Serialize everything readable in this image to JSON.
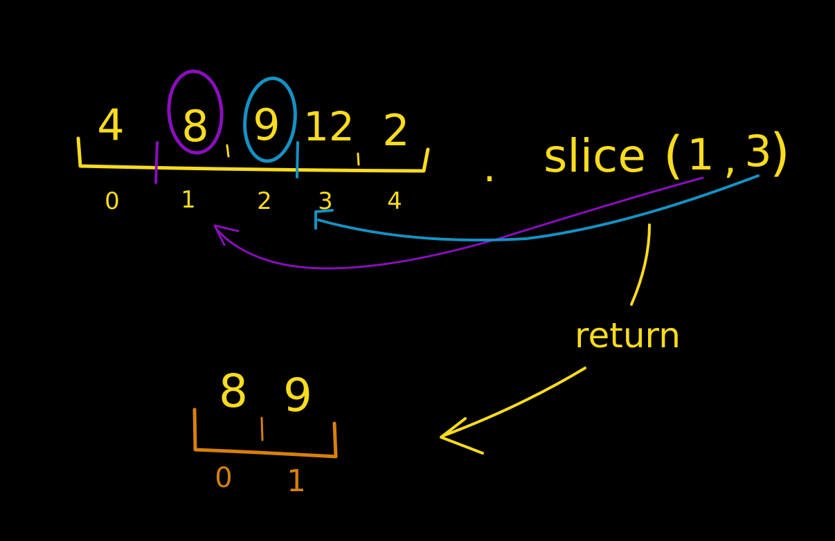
{
  "colors": {
    "background": "#000000",
    "yellow": "#f9dc1e",
    "purple": "#8a0fbd",
    "blue": "#1592c4",
    "orange": "#d7800d"
  },
  "source_array": {
    "values": [
      "4",
      "8",
      "9",
      "12",
      "2"
    ],
    "indices": [
      "0",
      "1",
      "2",
      "3",
      "4"
    ]
  },
  "method_call": {
    "dot": ".",
    "name": "slice",
    "open_paren": "(",
    "start_arg": "1",
    "comma": ",",
    "end_arg": "3",
    "close_paren": ")"
  },
  "return_label": "return",
  "result_array": {
    "values": [
      "8",
      "9"
    ],
    "indices": [
      "0",
      "1"
    ]
  }
}
